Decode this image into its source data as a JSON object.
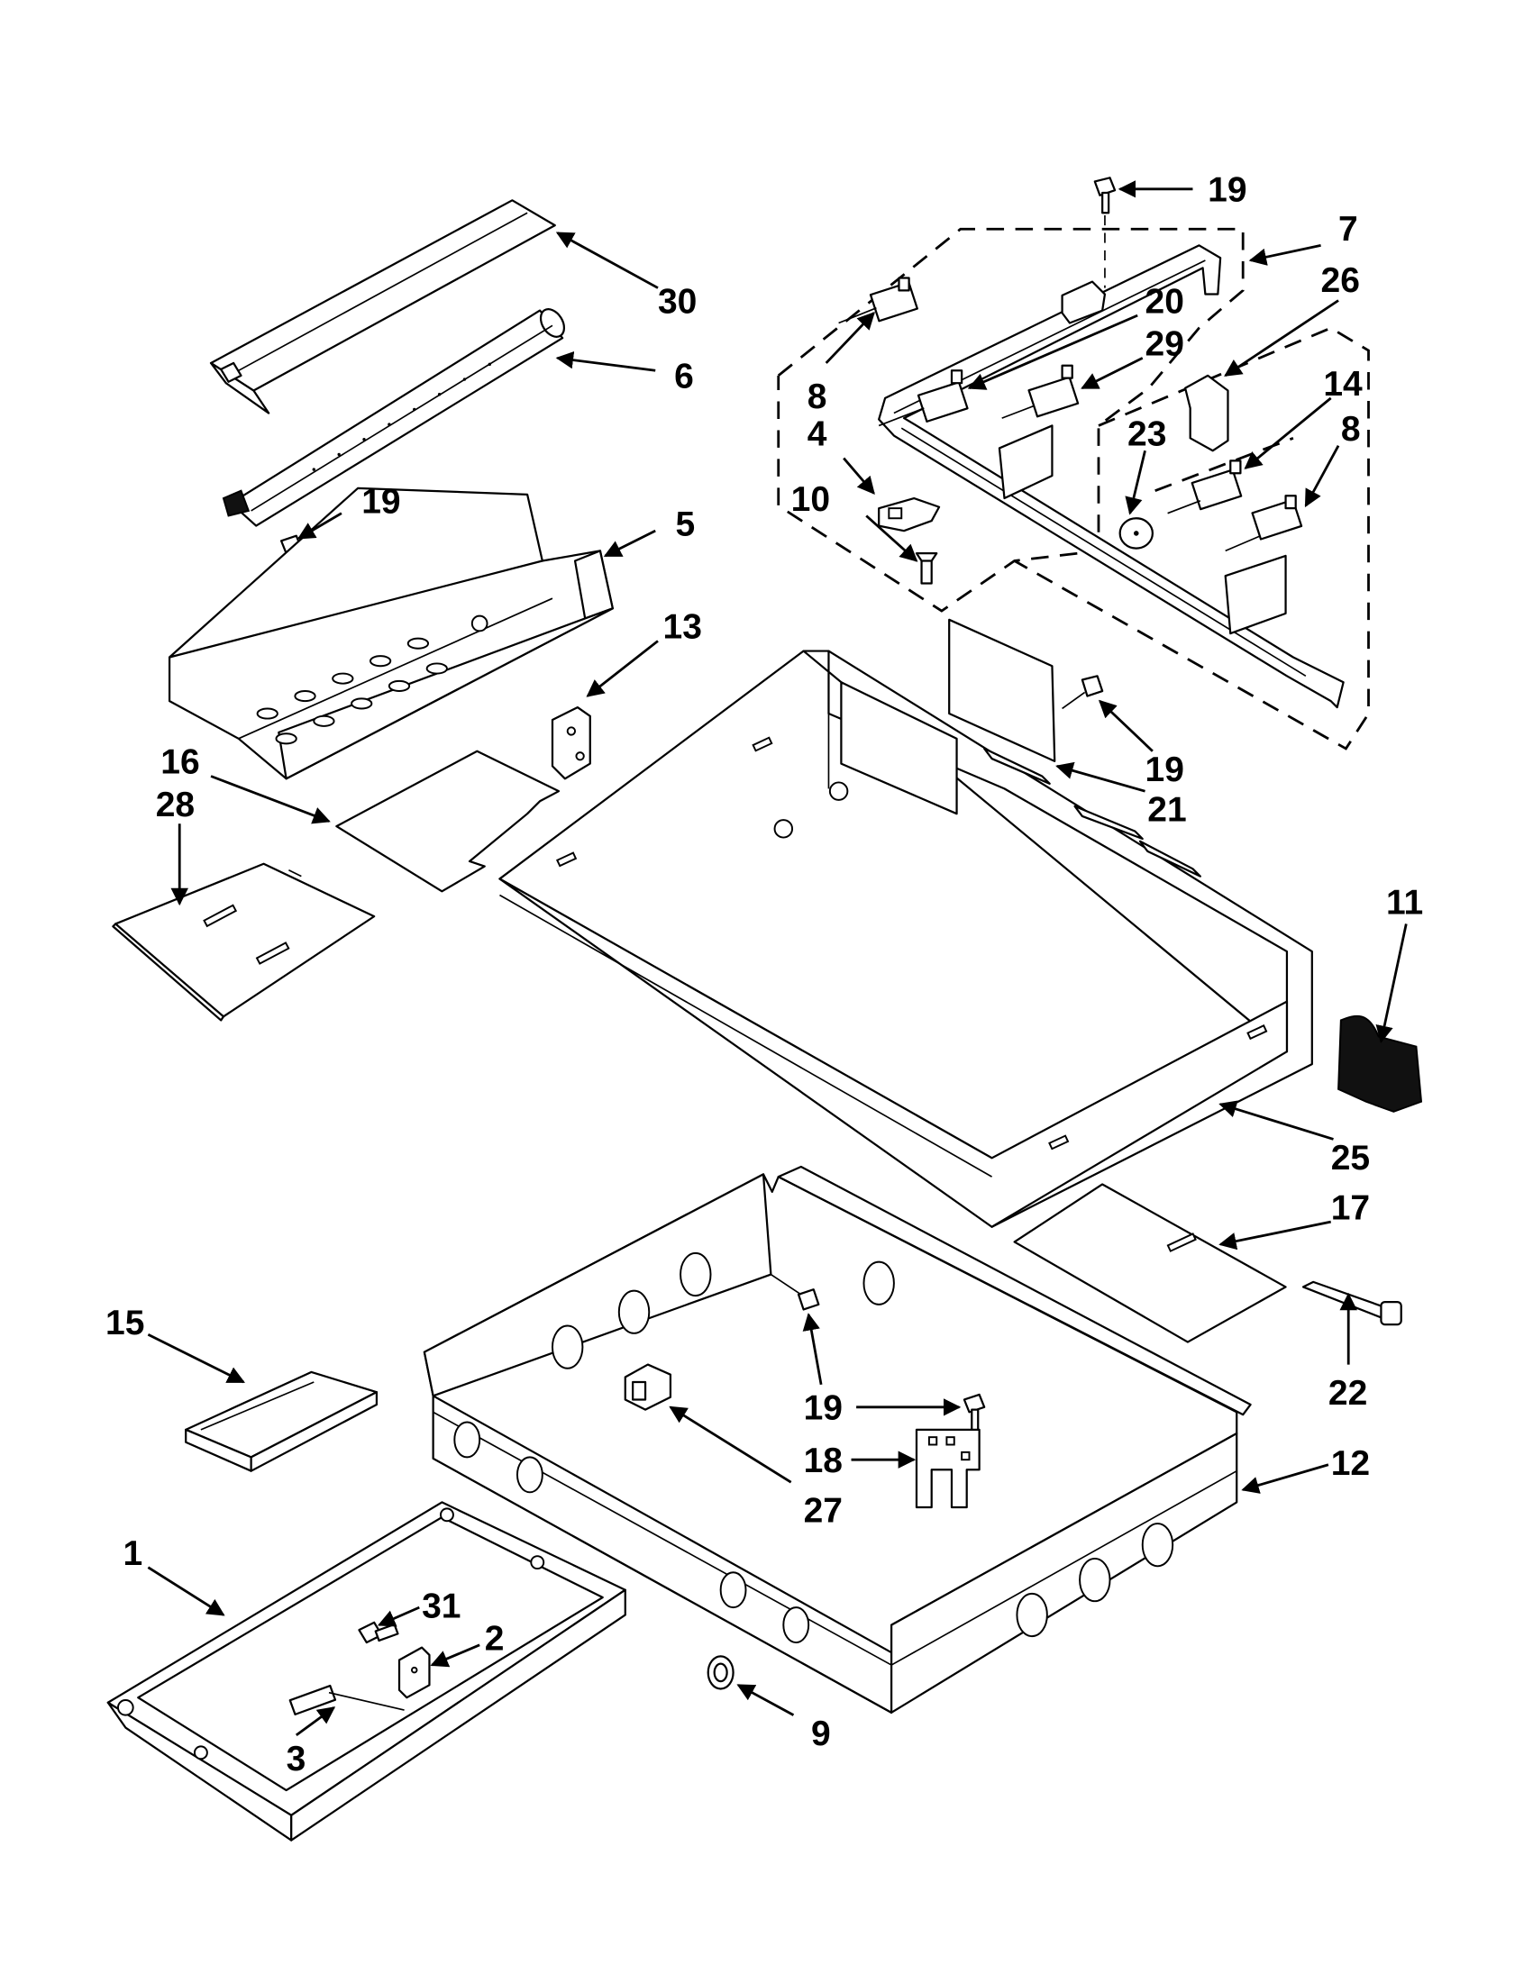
{
  "diagram": {
    "callouts": [
      {
        "id": "c30",
        "label": "30"
      },
      {
        "id": "c6",
        "label": "6"
      },
      {
        "id": "c19a",
        "label": "19"
      },
      {
        "id": "c5",
        "label": "5"
      },
      {
        "id": "c13",
        "label": "13"
      },
      {
        "id": "c16",
        "label": "16"
      },
      {
        "id": "c28",
        "label": "28"
      },
      {
        "id": "c19top",
        "label": "19"
      },
      {
        "id": "c7",
        "label": "7"
      },
      {
        "id": "c20",
        "label": "20"
      },
      {
        "id": "c26",
        "label": "26"
      },
      {
        "id": "c29",
        "label": "29"
      },
      {
        "id": "c8a",
        "label": "8"
      },
      {
        "id": "c4",
        "label": "4"
      },
      {
        "id": "c23",
        "label": "23"
      },
      {
        "id": "c14",
        "label": "14"
      },
      {
        "id": "c8b",
        "label": "8"
      },
      {
        "id": "c10",
        "label": "10"
      },
      {
        "id": "c19b",
        "label": "19"
      },
      {
        "id": "c21",
        "label": "21"
      },
      {
        "id": "c11",
        "label": "11"
      },
      {
        "id": "c25",
        "label": "25"
      },
      {
        "id": "c17",
        "label": "17"
      },
      {
        "id": "c22",
        "label": "22"
      },
      {
        "id": "c15",
        "label": "15"
      },
      {
        "id": "c19c",
        "label": "19"
      },
      {
        "id": "c18",
        "label": "18"
      },
      {
        "id": "c12",
        "label": "12"
      },
      {
        "id": "c27",
        "label": "27"
      },
      {
        "id": "c1",
        "label": "1"
      },
      {
        "id": "c31",
        "label": "31"
      },
      {
        "id": "c2",
        "label": "2"
      },
      {
        "id": "c3",
        "label": "3"
      },
      {
        "id": "c9",
        "label": "9"
      }
    ]
  }
}
